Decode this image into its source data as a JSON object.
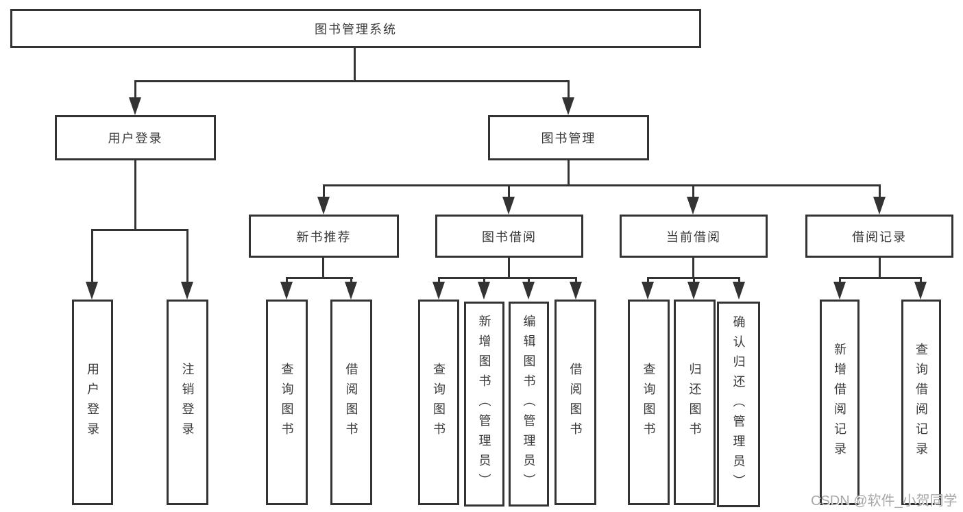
{
  "diagram_type": "hierarchy-tree",
  "tree": {
    "label": "图书管理系统",
    "children": [
      {
        "label": "用户登录",
        "children": [
          {
            "label": "用户登录"
          },
          {
            "label": "注销登录"
          }
        ]
      },
      {
        "label": "图书管理",
        "children": [
          {
            "label": "新书推荐",
            "children": [
              {
                "label": "查询图书"
              },
              {
                "label": "借阅图书"
              }
            ]
          },
          {
            "label": "图书借阅",
            "children": [
              {
                "label": "查询图书"
              },
              {
                "label": "新增图书（管理员）"
              },
              {
                "label": "编辑图书（管理员）"
              },
              {
                "label": "借阅图书"
              }
            ]
          },
          {
            "label": "当前借阅",
            "children": [
              {
                "label": "查询图书"
              },
              {
                "label": "归还图书"
              },
              {
                "label": "确认归还（管理员）"
              }
            ]
          },
          {
            "label": "借阅记录",
            "children": [
              {
                "label": "新增借阅记录"
              },
              {
                "label": "查询借阅记录"
              }
            ]
          }
        ]
      }
    ]
  },
  "watermark": {
    "text": "CSDN @软件_小贺同学"
  },
  "colors": {
    "line": "#333333",
    "box_border": "#333333",
    "text": "#3a3a3a",
    "watermark": "#a8a8a8",
    "background": "#ffffff"
  }
}
